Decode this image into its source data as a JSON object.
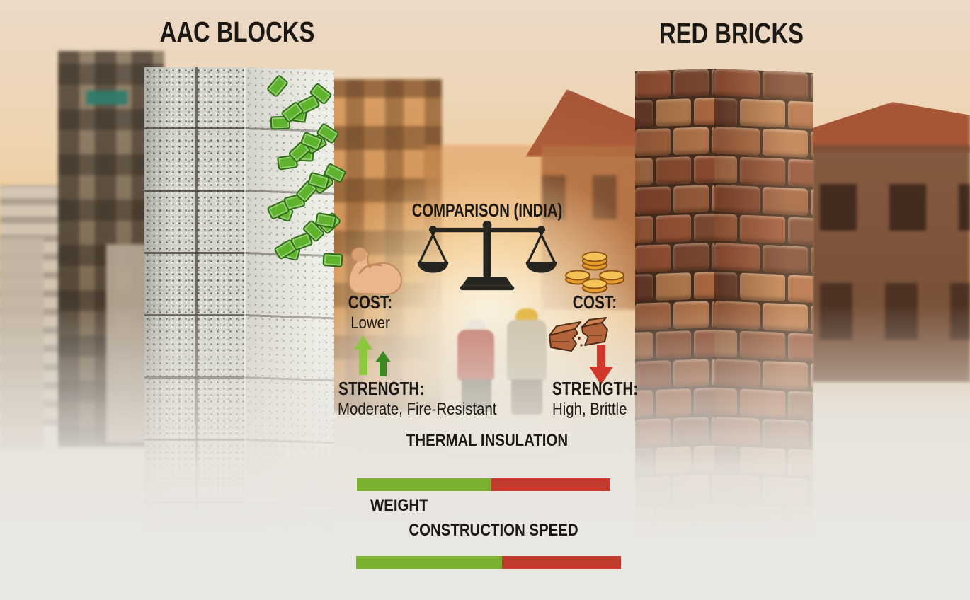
{
  "page": {
    "left_title": "AAC BLOCKS",
    "right_title": "RED BRICKS",
    "center_title": "COMPARISON (INDIA)"
  },
  "aac": {
    "cost_label": "COST:",
    "cost_value": "Lower",
    "strength_label": "STRENGTH:",
    "strength_value": "Moderate, Fire-Resistant"
  },
  "red_brick": {
    "cost_label": "COST:",
    "strength_label": "STRENGTH:",
    "strength_value": "High, Brittle"
  },
  "metrics": {
    "thermal_label": "THERMAL INSULATION",
    "weight_label": "WEIGHT",
    "speed_label": "CONSTRUCTION SPEED"
  },
  "icons": {
    "center": "balance-scale-icon",
    "aac_strength": "muscle-arm-icon",
    "aac_cost": "money-bills-icon",
    "red_cost": "gold-coins-icon",
    "red_strength": "broken-brick-icon",
    "aac_trend": "green-up-arrows-icon",
    "red_trend": "red-down-arrow-icon"
  },
  "chart_data": [
    {
      "type": "bar",
      "title": "THERMAL INSULATION",
      "series": [
        {
          "name": "AAC Blocks (green segment)",
          "value": 53
        },
        {
          "name": "Red Bricks (red segment)",
          "value": 47
        }
      ],
      "unit": "%",
      "note": "single stacked comparison bar, green = AAC share, red = red-brick share"
    },
    {
      "type": "bar",
      "title": "CONSTRUCTION SPEED",
      "series": [
        {
          "name": "AAC Blocks (green segment)",
          "value": 55
        },
        {
          "name": "Red Bricks (red segment)",
          "value": 45
        }
      ],
      "unit": "%",
      "note": "single stacked comparison bar, green = AAC share, red = red-brick share"
    }
  ],
  "colors": {
    "green_bar": "#7cb02f",
    "red_bar": "#c23b2c",
    "light_green_arrow": "#8dc63f",
    "dark_green_arrow": "#3a8a1f",
    "red_arrow": "#d2372b",
    "text": "#1c1813"
  }
}
